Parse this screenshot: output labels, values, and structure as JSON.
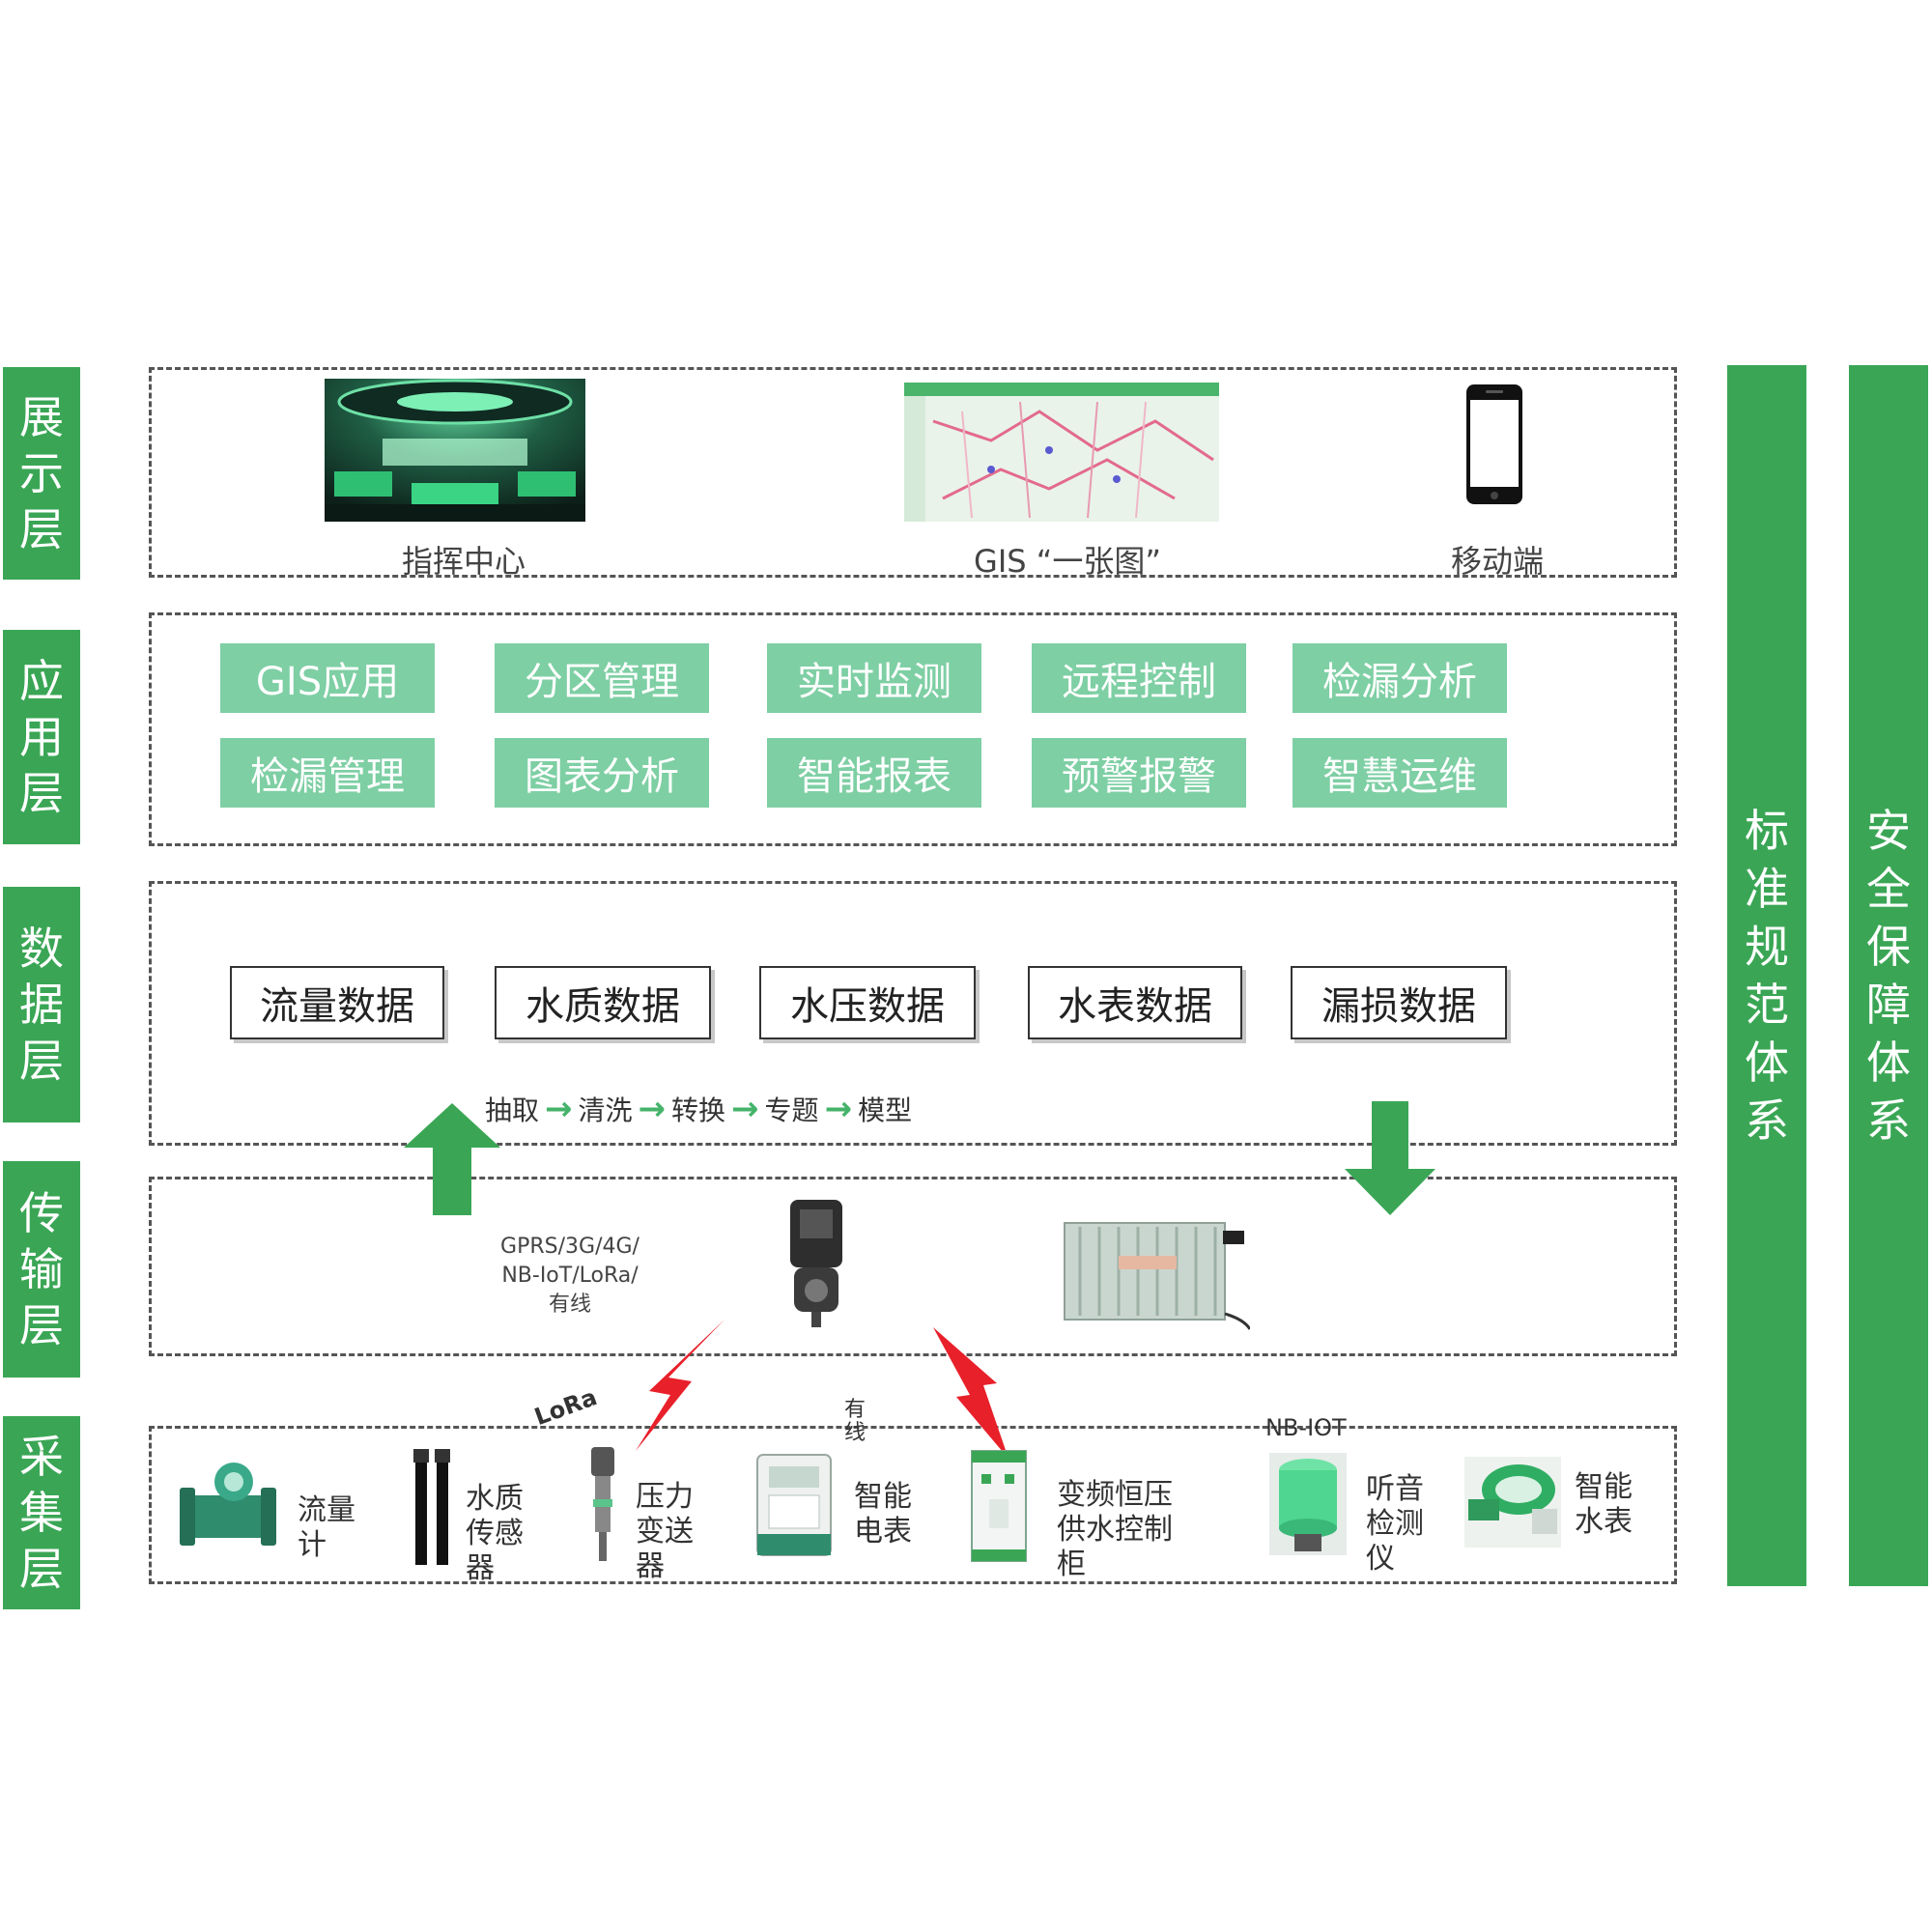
{
  "layers": {
    "display": "展示层",
    "application": "应用层",
    "data": "数据层",
    "transport": "传输层",
    "collection": "采集层"
  },
  "side_bars": {
    "standards": "标准规范体系",
    "security": "安全保障体系"
  },
  "display_items": {
    "command_center": "指挥中心",
    "gis_map": "GIS “一张图”",
    "mobile": "移动端"
  },
  "applications": [
    "GIS应用",
    "分区管理",
    "实时监测",
    "远程控制",
    "检漏分析",
    "检漏管理",
    "图表分析",
    "智能报表",
    "预警报警",
    "智慧运维"
  ],
  "data_items": [
    "流量数据",
    "水质数据",
    "水压数据",
    "水表数据",
    "漏损数据"
  ],
  "pipeline": [
    "抽取",
    "清洗",
    "转换",
    "专题",
    "模型"
  ],
  "transport": {
    "network_line1": "GPRS/3G/4G/",
    "network_line2": "NB-IoT/LoRa/",
    "network_line3": "有线",
    "lora_badge": "LoRa",
    "wired_label": "有线",
    "nbiot_label": "NB-IOT"
  },
  "devices": {
    "flowmeter": "流量计",
    "water_quality": "水质传感器",
    "pressure": "压力变送器",
    "smart_meter": "智能电表",
    "cabinet": "变频恒压供水控制柜",
    "listener": "听音检测仪",
    "water_meter": "智能水表"
  },
  "colors": {
    "primary_green": "#3aa655",
    "light_green": "#7ecfa4",
    "arrow_green": "#45b36a",
    "bolt_red": "#e8202a"
  }
}
